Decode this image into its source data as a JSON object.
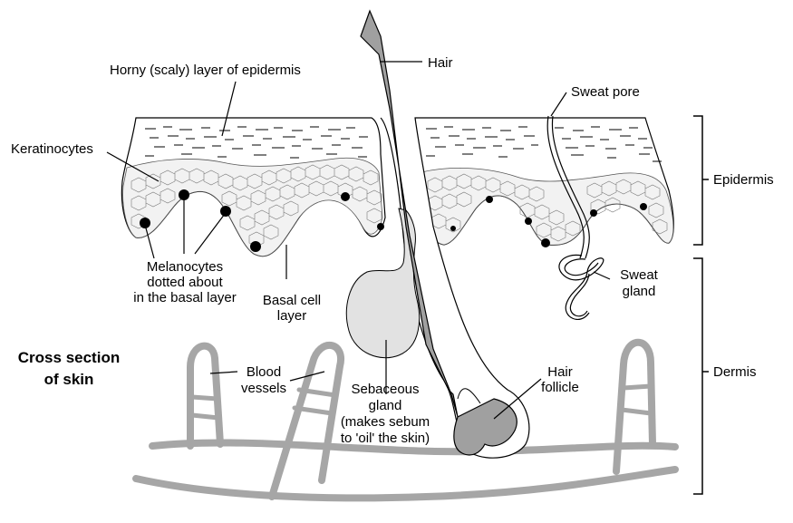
{
  "title": {
    "line1": "Cross section",
    "line2": "of skin"
  },
  "labels": {
    "hair": "Hair",
    "horny_layer": "Horny (scaly) layer of epidermis",
    "keratinocytes": "Keratinocytes",
    "sweat_pore": "Sweat pore",
    "epidermis": "Epidermis",
    "dermis": "Dermis",
    "melanocytes": [
      "Melanocytes",
      "dotted about",
      "in the basal layer"
    ],
    "basal_cell": [
      "Basal cell",
      "layer"
    ],
    "sweat_gland": [
      "Sweat",
      "gland"
    ],
    "blood_vessels": [
      "Blood",
      "vessels"
    ],
    "sebaceous": [
      "Sebaceous",
      "gland",
      "(makes sebum",
      "to 'oil' the skin)"
    ],
    "hair_follicle": [
      "Hair",
      "follicle"
    ]
  },
  "colors": {
    "hair": "#a0a0a0",
    "vessel": "#a6a6a6",
    "gland": "#e2e2e2",
    "melanocyte": "#000000"
  }
}
